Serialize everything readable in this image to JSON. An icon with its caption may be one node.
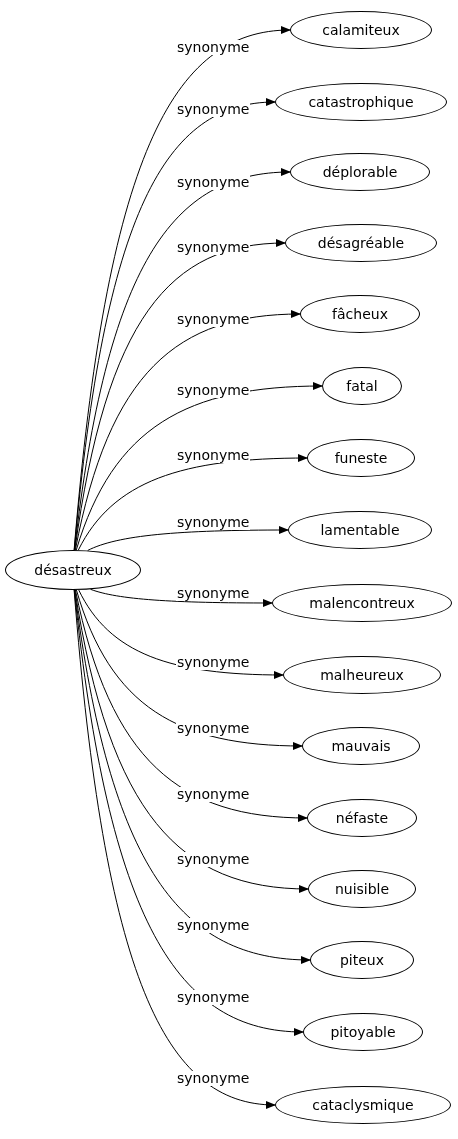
{
  "diagram": {
    "nodes": [
      {
        "text": [
          "désastreux"
        ]
      },
      {
        "text": [
          "calamiteux"
        ]
      },
      {
        "text": [
          "catastrophique"
        ]
      },
      {
        "text": [
          "déplorable"
        ]
      },
      {
        "text": [
          "désagréable"
        ]
      },
      {
        "text": [
          "fâcheux"
        ]
      },
      {
        "text": [
          "fatal"
        ]
      },
      {
        "text": [
          "funeste"
        ]
      },
      {
        "text": [
          "lamentable"
        ]
      },
      {
        "text": [
          "malencontreux"
        ]
      },
      {
        "text": [
          "malheureux"
        ]
      },
      {
        "text": [
          "mauvais"
        ]
      },
      {
        "text": [
          "néfaste"
        ]
      },
      {
        "text": [
          "nuisible"
        ]
      },
      {
        "text": [
          "piteux"
        ]
      },
      {
        "text": [
          "pitoyable"
        ]
      },
      {
        "text": [
          "cataclysmique"
        ]
      }
    ],
    "edges": [
      {
        "from": 0,
        "to": 1,
        "arrow": "to",
        "label": "synonyme"
      },
      {
        "from": 0,
        "to": 2,
        "arrow": "to",
        "label": "synonyme"
      },
      {
        "from": 0,
        "to": 3,
        "arrow": "to",
        "label": "synonyme"
      },
      {
        "from": 0,
        "to": 4,
        "arrow": "to",
        "label": "synonyme"
      },
      {
        "from": 0,
        "to": 5,
        "arrow": "to",
        "label": "synonyme"
      },
      {
        "from": 0,
        "to": 6,
        "arrow": "to",
        "label": "synonyme"
      },
      {
        "from": 0,
        "to": 7,
        "arrow": "to",
        "label": "synonyme"
      },
      {
        "from": 0,
        "to": 8,
        "arrow": "to",
        "label": "synonyme"
      },
      {
        "from": 0,
        "to": 9,
        "arrow": "to",
        "label": "synonyme"
      },
      {
        "from": 0,
        "to": 10,
        "arrow": "to",
        "label": "synonyme"
      },
      {
        "from": 0,
        "to": 11,
        "arrow": "to",
        "label": "synonyme"
      },
      {
        "from": 0,
        "to": 12,
        "arrow": "to",
        "label": "synonyme"
      },
      {
        "from": 0,
        "to": 13,
        "arrow": "to",
        "label": "synonyme"
      },
      {
        "from": 0,
        "to": 14,
        "arrow": "to",
        "label": "synonyme"
      },
      {
        "from": 0,
        "to": 15,
        "arrow": "to",
        "label": "synonyme"
      },
      {
        "from": 0,
        "to": 16,
        "arrow": "to",
        "label": "synonyme"
      }
    ]
  }
}
